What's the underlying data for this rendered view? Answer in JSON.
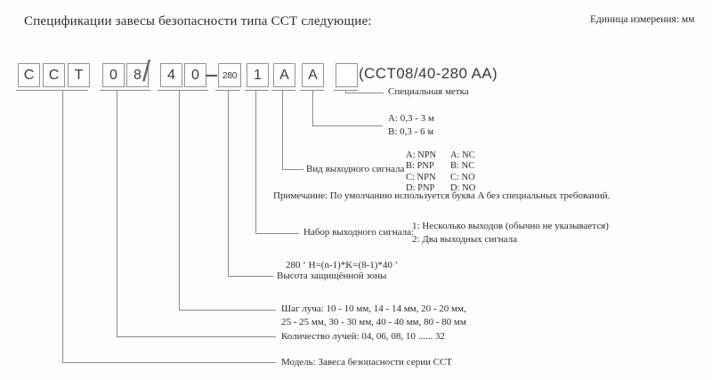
{
  "page": {
    "title": "Спецификации завесы безопасности типа ССТ следующие:",
    "unit_note": "Единица измерения: мм"
  },
  "model_code": {
    "boxes": [
      "C",
      "C",
      "T",
      "0",
      "8",
      "4",
      "0",
      "280",
      "1",
      "A",
      "A",
      ""
    ],
    "slash": "/",
    "full_code": "(CCT08/40-280 AA)"
  },
  "callouts": {
    "special_mark": "Специальная метка",
    "range": {
      "option_a": "A: 0,3 - 3 м",
      "option_b": "B: 0,3 - 6 м"
    },
    "output_type": {
      "label": "Вид выходного сигнала",
      "rows": [
        [
          "A: NPN",
          "A: NC"
        ],
        [
          "B: PNP",
          "B: NC"
        ],
        [
          "C: NPN",
          "C: NO"
        ],
        [
          "D: PNP",
          "D: NO"
        ]
      ]
    },
    "note": "Примечание: По умолчанию используется буква A без специальных требований.",
    "output_set": {
      "label": "Набор выходного сигнала:",
      "option_1": "1: Несколько выходов (обычно не указывается)",
      "option_2": "2: Два выходных сигнала"
    },
    "protected_height": {
      "formula": "280   ‘ H=(n-1)*K=(8-1)*40 ’",
      "label": "Высота защищённой зоны"
    },
    "beam_step": {
      "line_1": "Шаг луча: 10 - 10 мм, 14 - 14 мм, 20 - 20 мм,",
      "line_2": "25 - 25 мм, 30 - 30 мм, 40 - 40 мм, 80 - 80 мм"
    },
    "beam_count": "Количество лучей: 04, 06, 08, 10 ...... 32",
    "model": "Модель: Завеса безопасности серии ССТ"
  },
  "colors": {
    "text": "#2d2d2d",
    "line": "#8a8a8a",
    "box_border": "#929292"
  }
}
